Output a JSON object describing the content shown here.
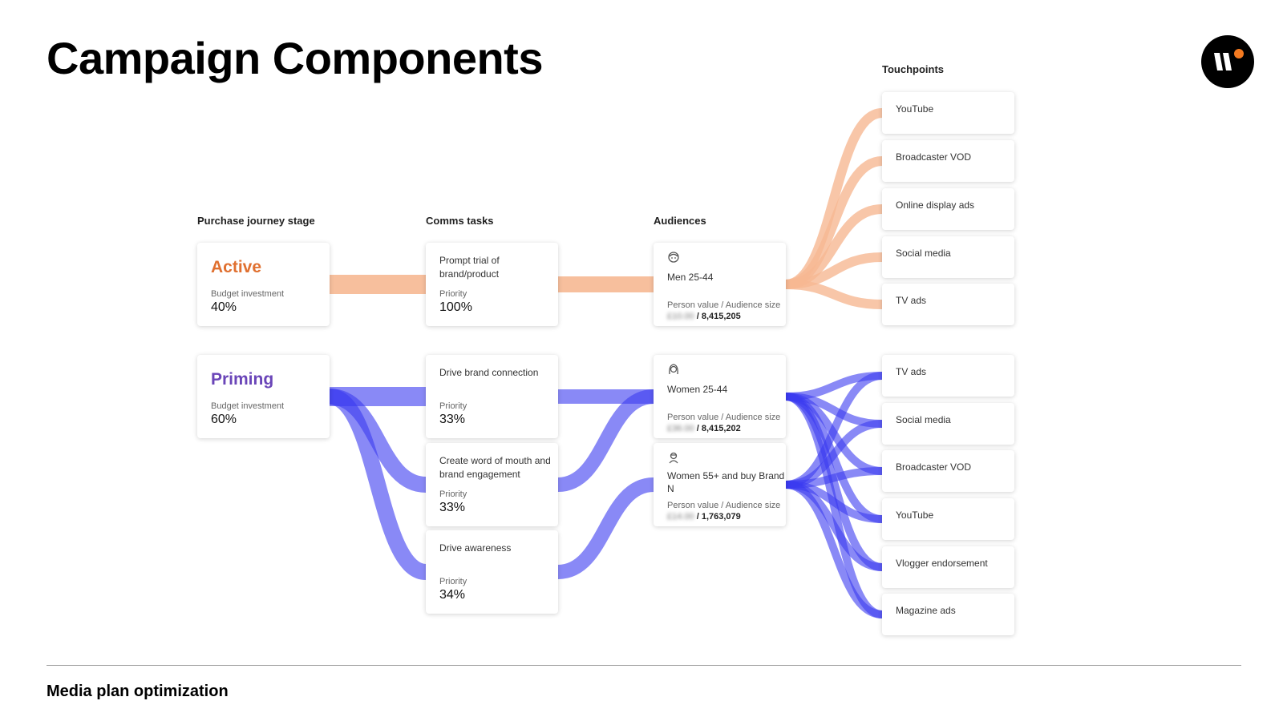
{
  "title": "Campaign Components",
  "footer": "Media plan optimization",
  "logo": {
    "icon": "brand-logo-icon",
    "accent": "#f47a20"
  },
  "colors": {
    "active": "#e07030",
    "priming": "#6a45b8",
    "active_flow": "#f6b892",
    "priming_flow": "#3a3af0"
  },
  "column_headers": {
    "stage": "Purchase journey stage",
    "comms": "Comms tasks",
    "audiences": "Audiences",
    "touchpoints": "Touchpoints"
  },
  "stages": [
    {
      "id": "active",
      "name": "Active",
      "budget_label": "Budget investment",
      "budget": "40%"
    },
    {
      "id": "priming",
      "name": "Priming",
      "budget_label": "Budget investment",
      "budget": "60%"
    }
  ],
  "comms_tasks": [
    {
      "label": "Prompt trial of brand/product",
      "priority_label": "Priority",
      "priority": "100%"
    },
    {
      "label": "Drive brand connection",
      "priority_label": "Priority",
      "priority": "33%"
    },
    {
      "label": "Create word of mouth and brand engagement",
      "priority_label": "Priority",
      "priority": "33%"
    },
    {
      "label": "Drive awareness",
      "priority_label": "Priority",
      "priority": "34%"
    }
  ],
  "audiences": [
    {
      "name": "Men 25-44",
      "icon": "man-face-icon",
      "value_label": "Person value / Audience size",
      "person_value": "£10.00",
      "size": "/ 8,415,205"
    },
    {
      "name": "Women 25-44",
      "icon": "woman-face-icon",
      "value_label": "Person value / Audience size",
      "person_value": "£36.00",
      "size": "/ 8,415,202"
    },
    {
      "name": "Women 55+ and buy Brand N",
      "icon": "older-woman-icon",
      "value_label": "Person value / Audience size",
      "person_value": "£14.00",
      "size": "/ 1,763,079"
    }
  ],
  "touchpoints_active": [
    "YouTube",
    "Broadcaster VOD",
    "Online display ads",
    "Social media",
    "TV ads"
  ],
  "touchpoints_priming": [
    "TV ads",
    "Social media",
    "Broadcaster VOD",
    "YouTube",
    "Vlogger endorsement",
    "Magazine ads"
  ]
}
